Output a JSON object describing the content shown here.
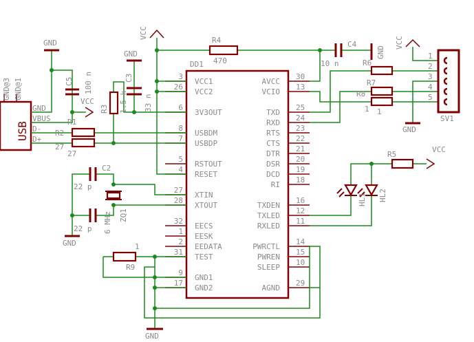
{
  "colors": {
    "wire": "#1a8a1a",
    "part": "#800000",
    "text": "#8a8a8a"
  },
  "power": {
    "gnd": "GND",
    "vcc": "VCC"
  },
  "chip": {
    "name": "DD1",
    "left_pins": [
      {
        "num": "3",
        "name": "VCC1"
      },
      {
        "num": "26",
        "name": "VCC2"
      },
      {
        "num": "6",
        "name": "3V3OUT"
      },
      {
        "num": "8",
        "name": "USBDM"
      },
      {
        "num": "7",
        "name": "USBDP"
      },
      {
        "num": "5",
        "name": "RSTOUT"
      },
      {
        "num": "4",
        "name": "RESET"
      },
      {
        "num": "27",
        "name": "XTIN"
      },
      {
        "num": "28",
        "name": "XTOUT"
      },
      {
        "num": "32",
        "name": "EECS"
      },
      {
        "num": "1",
        "name": "EESK"
      },
      {
        "num": "2",
        "name": "EEDATA"
      },
      {
        "num": "31",
        "name": "TEST"
      },
      {
        "num": "9",
        "name": "GND1"
      },
      {
        "num": "17",
        "name": "GND2"
      }
    ],
    "right_pins": [
      {
        "num": "30",
        "name": "AVCC"
      },
      {
        "num": "13",
        "name": "VCIO"
      },
      {
        "num": "25",
        "name": "TXD"
      },
      {
        "num": "24",
        "name": "RXD"
      },
      {
        "num": "23",
        "name": "RTS"
      },
      {
        "num": "22",
        "name": "CTS"
      },
      {
        "num": "21",
        "name": "DTR"
      },
      {
        "num": "20",
        "name": "DSR"
      },
      {
        "num": "19",
        "name": "DCD"
      },
      {
        "num": "18",
        "name": "RI"
      },
      {
        "num": "16",
        "name": "TXDEN"
      },
      {
        "num": "12",
        "name": "TXLED"
      },
      {
        "num": "11",
        "name": "RXLED"
      },
      {
        "num": "14",
        "name": "PWRCTL"
      },
      {
        "num": "15",
        "name": "PWREN"
      },
      {
        "num": "10",
        "name": "SLEEP"
      },
      {
        "num": "29",
        "name": "AGND"
      }
    ]
  },
  "usb": {
    "name": "USB",
    "pins": [
      "GND",
      "VBUS",
      "D-",
      "D+"
    ],
    "shield": [
      "GND@3",
      "GND@1"
    ]
  },
  "parts": {
    "r1": {
      "name": "R1",
      "value": "27"
    },
    "r2": {
      "name": "R2",
      "value": "27"
    },
    "r3": {
      "name": "R3",
      "value": "1.5 k"
    },
    "r4": {
      "name": "R4",
      "value": "470"
    },
    "r5": {
      "name": "R5"
    },
    "r6": {
      "name": "R6",
      "value": "1"
    },
    "r7": {
      "name": "R7"
    },
    "r8": {
      "name": "R8",
      "value": "1"
    },
    "r9": {
      "name": "R9",
      "value": "1"
    },
    "c2": {
      "name": "C2",
      "value": "22 p"
    },
    "c_low": {
      "value": "22 p"
    },
    "c3": {
      "name": "C3",
      "value": "33 n"
    },
    "c4": {
      "name": "C4",
      "value": "10 n"
    },
    "c5": {
      "name": "C5",
      "value": "100 n"
    },
    "zq": {
      "name": "ZQ1",
      "value": "6 MHz"
    },
    "hl1": {
      "name": "HL1"
    },
    "hl2": {
      "name": "HL2"
    },
    "sv1": {
      "name": "SV1",
      "pins": [
        "1",
        "2",
        "3",
        "4",
        "5"
      ]
    }
  }
}
